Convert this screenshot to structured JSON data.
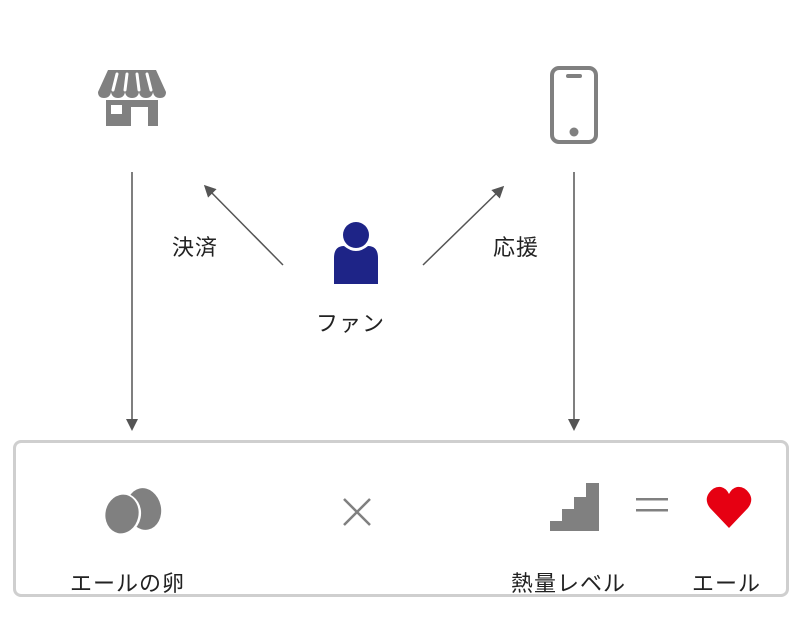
{
  "diagram": {
    "nodes": {
      "store": {
        "icon": "store-icon"
      },
      "phone": {
        "icon": "smartphone-icon"
      },
      "fan": {
        "icon": "person-icon",
        "label": "ファン"
      }
    },
    "edges": {
      "fan_to_store": {
        "label": "決済"
      },
      "fan_to_phone": {
        "label": "応援"
      }
    },
    "result": {
      "egg": {
        "icon": "eggs-icon",
        "label": "エールの卵"
      },
      "operator_multiply": "×",
      "level": {
        "icon": "stairs-icon",
        "label": "熱量レベル"
      },
      "operator_equals": "=",
      "yell": {
        "icon": "heart-icon",
        "label": "エール"
      }
    },
    "colors": {
      "icon_gray": "#808080",
      "person_navy": "#1e2487",
      "heart_red": "#e60012",
      "arrow_gray": "#555555",
      "box_border": "#cfcfcf"
    }
  }
}
